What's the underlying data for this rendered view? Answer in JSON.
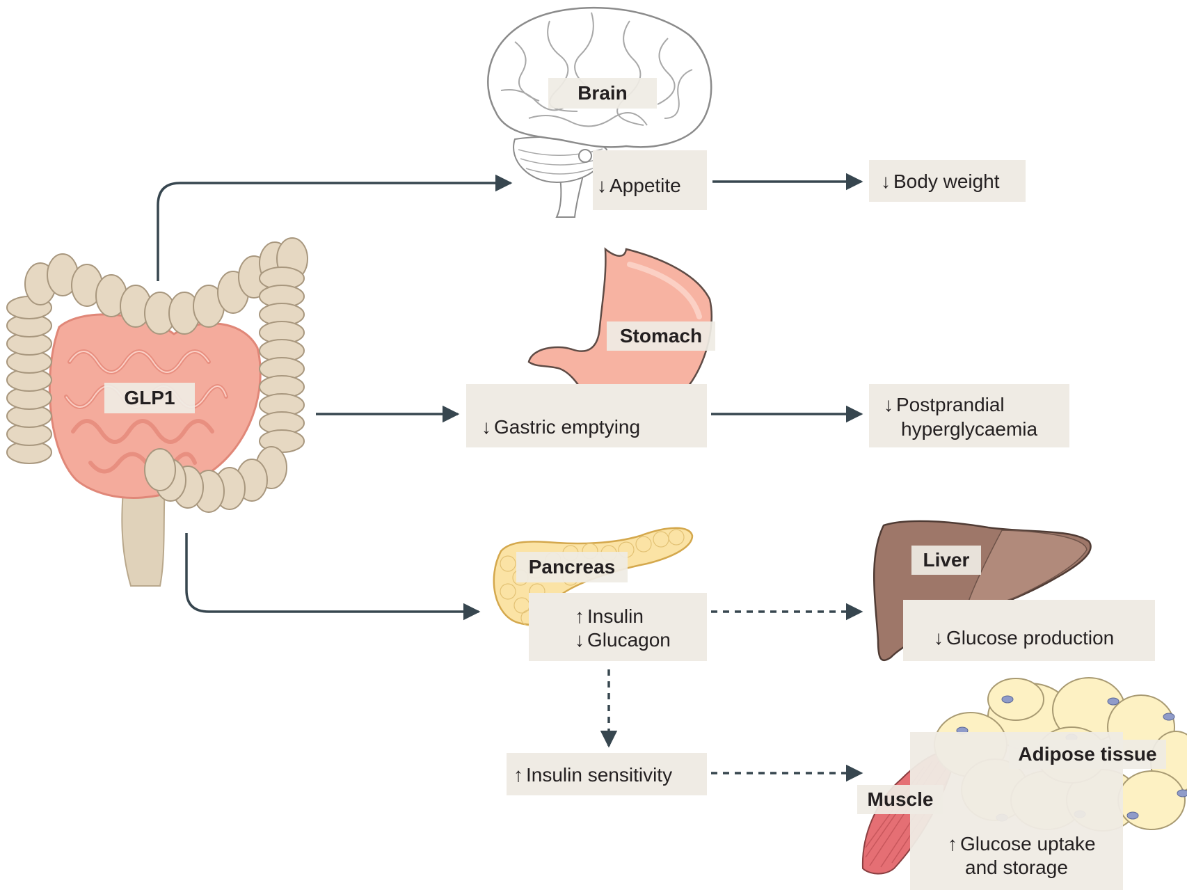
{
  "organs": {
    "gut": "GLP1",
    "brain": "Brain",
    "stomach": "Stomach",
    "pancreas": "Pancreas",
    "liver": "Liver",
    "muscle": "Muscle",
    "adipose": "Adipose tissue"
  },
  "effects": {
    "appetite": {
      "arrow": "↓",
      "text": "Appetite"
    },
    "body_weight": {
      "arrow": "↓",
      "text": "Body weight"
    },
    "gastric": {
      "arrow": "↓",
      "text": "Gastric emptying"
    },
    "postprandial": {
      "arrow": "↓",
      "line1": "Postprandial",
      "line2": "hyperglycaemia"
    },
    "insulin": {
      "arrow": "↑",
      "text": "Insulin"
    },
    "glucagon": {
      "arrow": "↓",
      "text": "Glucagon"
    },
    "glucose_prod": {
      "arrow": "↓",
      "text": "Glucose production"
    },
    "insulin_sens": {
      "arrow": "↑",
      "text": "Insulin sensitivity"
    },
    "glucose_uptake": {
      "arrow": "↑",
      "line1": "Glucose uptake",
      "line2": "and storage"
    }
  },
  "colors": {
    "arrow": "#37464f",
    "label_bg": "#efebe4",
    "colon": "#e6d8c2",
    "small_intestine": "#f4ab9c",
    "stomach": "#f7b3a2",
    "pancreas": "#fbe3a5",
    "liver": "#9e7769",
    "muscle": "#e56f74",
    "adipose": "#fdf1c3",
    "adipose_nucleus": "#8f9bc9"
  }
}
